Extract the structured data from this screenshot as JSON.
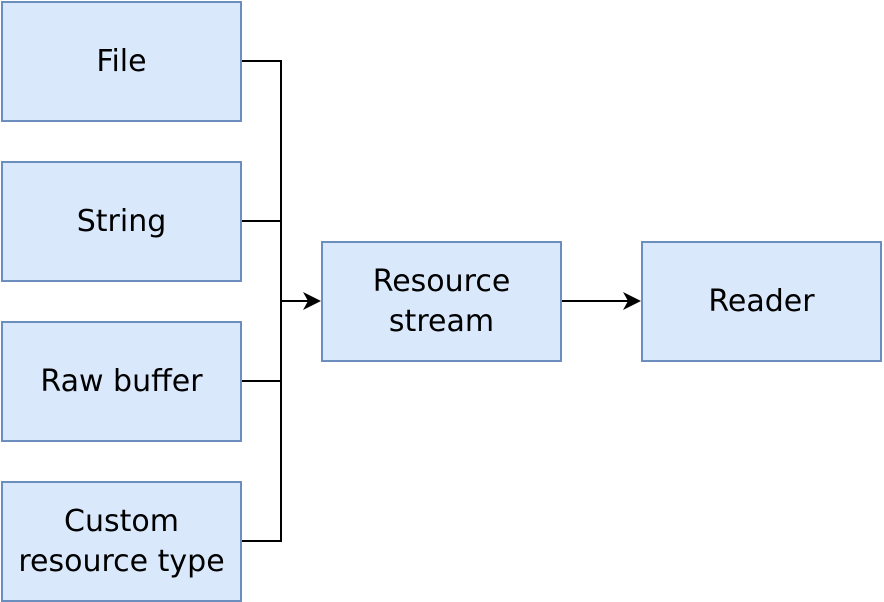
{
  "nodes": {
    "file": "File",
    "string": "String",
    "raw_buffer": "Raw buffer",
    "custom_resource_type": "Custom\nresource type",
    "resource_stream": "Resource\nstream",
    "reader": "Reader"
  },
  "colors": {
    "node_fill": "#dae8fc",
    "node_border": "#6c8ebf",
    "connector": "#000000"
  }
}
